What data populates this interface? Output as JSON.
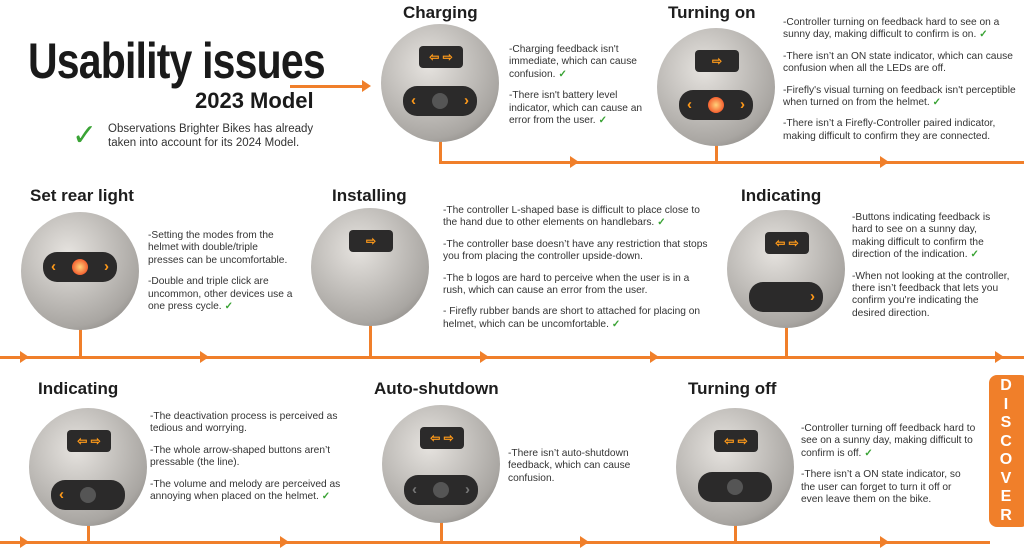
{
  "header": {
    "title": "Usability issues",
    "subtitle": "2023 Model",
    "legend": "Observations Brighter Bikes has already taken into account for its 2024 Model."
  },
  "discover_label": "DISCOVER",
  "check_icon": "✓",
  "steps": [
    {
      "title": "Charging",
      "notes": [
        {
          "text": "-Charging feedback isn't immediate, which can cause confusion.",
          "check": true
        },
        {
          "text": "-There isn't battery level indicator, which  can cause an error from the user.",
          "check": true
        }
      ]
    },
    {
      "title": "Turning on",
      "notes": [
        {
          "text": "-Controller turning on feedback hard to see on a sunny day, making difficult to confirm is on.",
          "check": true
        },
        {
          "text": "-There isn’t an ON state indicator, which can cause confusion when all the LEDs are off.",
          "check": false
        },
        {
          "text": "-Firefly's visual turning on feedback isn't perceptible when turned on from the helmet.",
          "check": true
        },
        {
          "text": "-There isn’t a Firefly-Controller paired indicator, making difficult to confirm they are connected.",
          "check": false
        }
      ]
    },
    {
      "title": "Set rear light",
      "notes": [
        {
          "text": "-Setting the modes from the helmet with double/triple presses can be uncomfortable.",
          "check": false
        },
        {
          "text": "-Double and triple click are uncommon, other devices use a one press cycle.",
          "check": true
        }
      ]
    },
    {
      "title": "Installing",
      "notes": [
        {
          "text": "-The controller L-shaped base is difficult to place close to the hand due to other elements on handlebars.",
          "check": true
        },
        {
          "text": "-The controller base doesn’t have any restriction that stops you from placing the controller upside-down.",
          "check": false
        },
        {
          "text": "-The b logos are hard to perceive when the user is in a rush, which can cause an error from the user.",
          "check": false
        },
        {
          "text": "-  Firefly rubber bands are short to attached for placing on helmet, which can be uncomfortable.",
          "check": true
        }
      ]
    },
    {
      "title": "Indicating",
      "notes": [
        {
          "text": "-Buttons indicating feedback is hard to see on a sunny day, making difficult to confirm the direction of the indication.",
          "check": true
        },
        {
          "text": "-When not looking at the controller, there isn’t feedback that lets you confirm you're indicating the desired direction.",
          "check": false
        }
      ]
    },
    {
      "title": "Indicating",
      "notes": [
        {
          "text": "-The deactivation process is perceived as tedious and worrying.",
          "check": false
        },
        {
          "text": "-The whole arrow-shaped buttons aren’t pressable (the line).",
          "check": false
        },
        {
          "text": "-The volume and melody are perceived as annoying when placed on the helmet.",
          "check": true
        }
      ]
    },
    {
      "title": "Auto-shutdown",
      "notes": [
        {
          "text": "-There isn’t auto-shutdown feedback, which can cause confusion.",
          "check": false
        }
      ]
    },
    {
      "title": "Turning off",
      "notes": [
        {
          "text": "-Controller turning off feedback hard to see on a sunny day, making difficult to confirm is off.",
          "check": true
        },
        {
          "text": "-There isn’t a ON state indicator, so the user can forget to turn it off or even leave them on the bike.",
          "check": false
        }
      ]
    }
  ]
}
